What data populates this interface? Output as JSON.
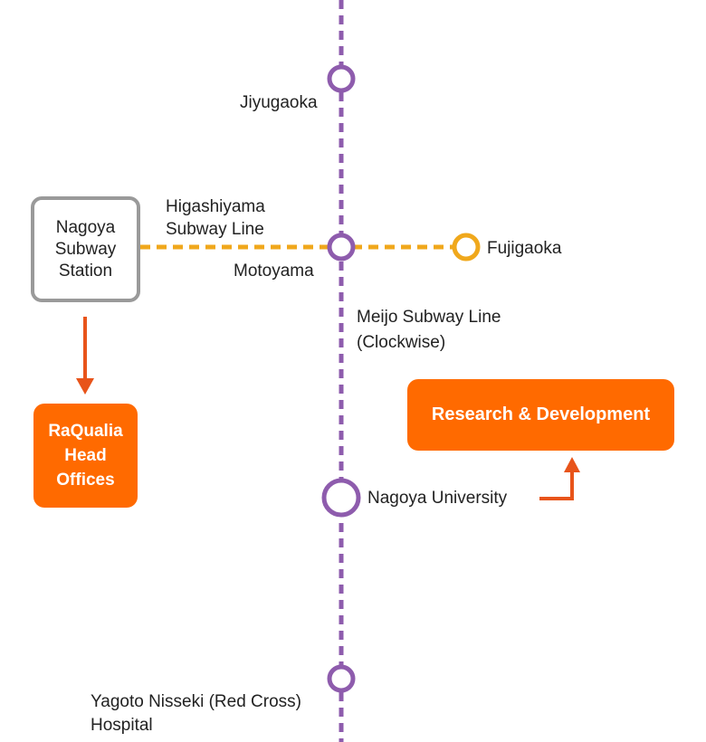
{
  "diagram": {
    "colors": {
      "meijo_line": "#8e5cad",
      "higashiyama_line": "#f0a81c",
      "accent_orange": "#ff6a00",
      "arrow": "#e8541a",
      "box_border": "#9a9a9a"
    },
    "stations": {
      "jiyugaoka": "Jiyugaoka",
      "motoyama": "Motoyama",
      "fujigaoka": "Fujigaoka",
      "nagoya_university": "Nagoya University",
      "yagoto_nisseki": "Yagoto Nisseki (Red Cross)\nHospital"
    },
    "lines": {
      "higashiyama": "Higashiyama\nSubway Line",
      "meijo": "Meijo Subway Line\n(Clockwise)"
    },
    "boxes": {
      "nagoya_station": "Nagoya\nSubway\nStation",
      "raqualia_head_offices": "RaQualia\nHead\nOffices",
      "research_development": "Research & Development"
    }
  }
}
